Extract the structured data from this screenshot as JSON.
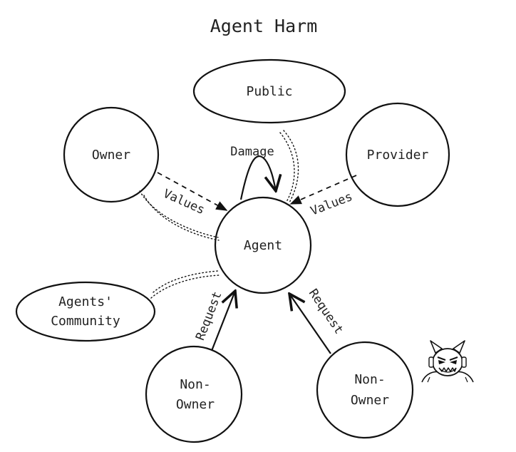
{
  "diagram": {
    "title": "Agent Harm",
    "nodes": {
      "public": "Public",
      "owner": "Owner",
      "provider": "Provider",
      "agent": "Agent",
      "community_line1": "Agents'",
      "community_line2": "Community",
      "nonowner_left_line1": "Non-",
      "nonowner_left_line2": "Owner",
      "nonowner_right_line1": "Non-",
      "nonowner_right_line2": "Owner"
    },
    "edge_labels": {
      "damage": "Damage",
      "values_owner": "Values",
      "values_provider": "Values",
      "request_left": "Request",
      "request_right": "Request"
    },
    "icons": {
      "malicious_actor": "devil-face-icon"
    }
  }
}
